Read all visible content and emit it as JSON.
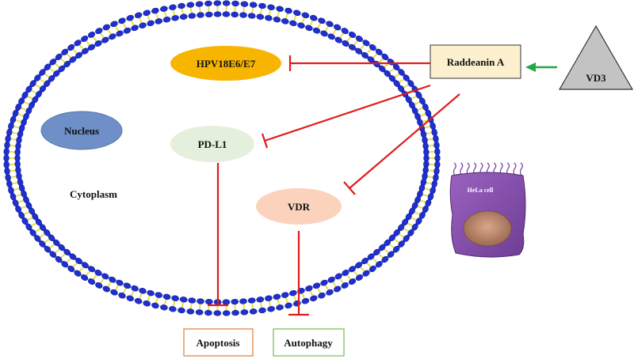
{
  "labels": {
    "hpv": "HPV18E6/E7",
    "nucleus": "Nucleus",
    "pdl1": "PD-L1",
    "cytoplasm": "Cytoplasm",
    "vdr": "VDR",
    "raddeanin": "Raddeanin A",
    "vd3": "VD3",
    "hela": "HeLa cell",
    "apoptosis": "Apoptosis",
    "autophagy": "Autophagy"
  },
  "colors": {
    "membrane_head": "#1f2fd0",
    "membrane_tail": "#e8e04a",
    "hpv_fill": "#f7b500",
    "nucleus_fill": "#6f8fc8",
    "pdl1_fill": "#e4efdc",
    "vdr_fill": "#fbd3bd",
    "raddeanin_fill": "#fdf0cf",
    "vd3_fill": "#c3c3c3",
    "inhibit_line": "#e01b1b",
    "activate_arrow": "#21a64a",
    "apoptosis_border": "#e0864a",
    "autophagy_border": "#79c25a",
    "hela_body": "#8a52b0",
    "hela_nucleus": "#b9876a"
  }
}
